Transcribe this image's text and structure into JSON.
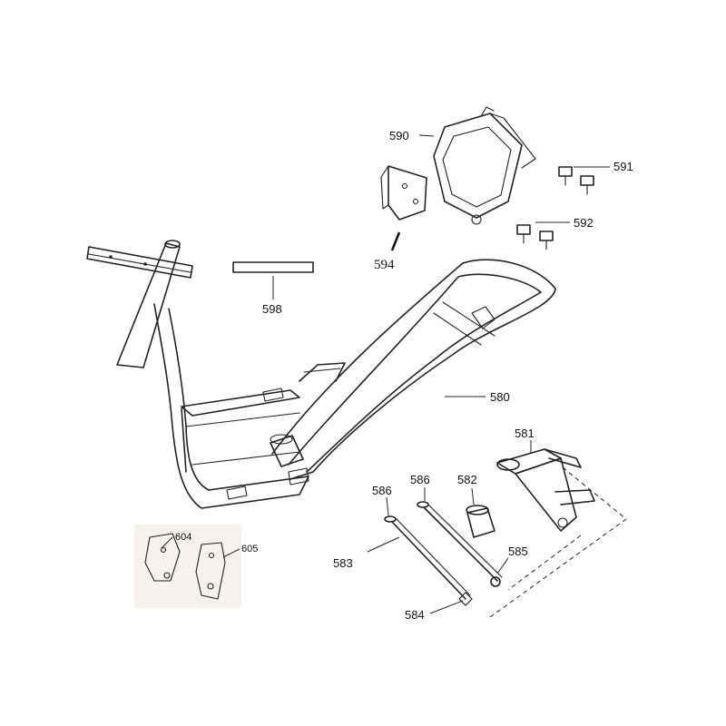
{
  "diagram": {
    "parts": [
      {
        "id": "frame",
        "label": "580"
      },
      {
        "id": "rear-mount",
        "label": "581"
      },
      {
        "id": "spacer",
        "label": "582"
      },
      {
        "id": "bolt-long",
        "label": "583"
      },
      {
        "id": "bolt-long-2",
        "label": "584"
      },
      {
        "id": "nut",
        "label": "585"
      },
      {
        "id": "washer-a",
        "label": "586"
      },
      {
        "id": "washer-b",
        "label": "586"
      },
      {
        "id": "bracket",
        "label": "590"
      },
      {
        "id": "bolts-a",
        "label": "591"
      },
      {
        "id": "bolts-b",
        "label": "592"
      },
      {
        "id": "plate",
        "label": "594"
      },
      {
        "id": "strip",
        "label": "598"
      },
      {
        "id": "plate-left",
        "label": "604"
      },
      {
        "id": "plate-right",
        "label": "605"
      }
    ]
  }
}
